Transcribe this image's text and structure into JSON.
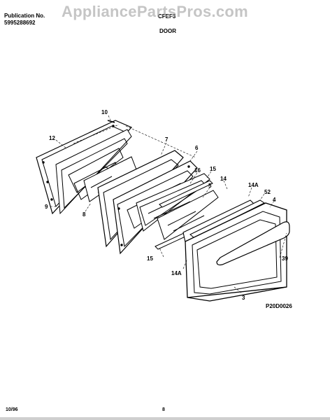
{
  "header": {
    "publication_label": "Publication No.",
    "publication_number": "5995288692",
    "model": "CFEF3",
    "watermark": "AppliancePartsPros.com",
    "section_title": "DOOR"
  },
  "diagram": {
    "code": "P20D0026",
    "labels": [
      "10",
      "12",
      "7",
      "6",
      "16",
      "15",
      "14",
      "5",
      "14A",
      "52",
      "4",
      "9",
      "8",
      "39",
      "15",
      "14A",
      "3"
    ]
  },
  "footer": {
    "date": "10/96",
    "page": "8"
  }
}
